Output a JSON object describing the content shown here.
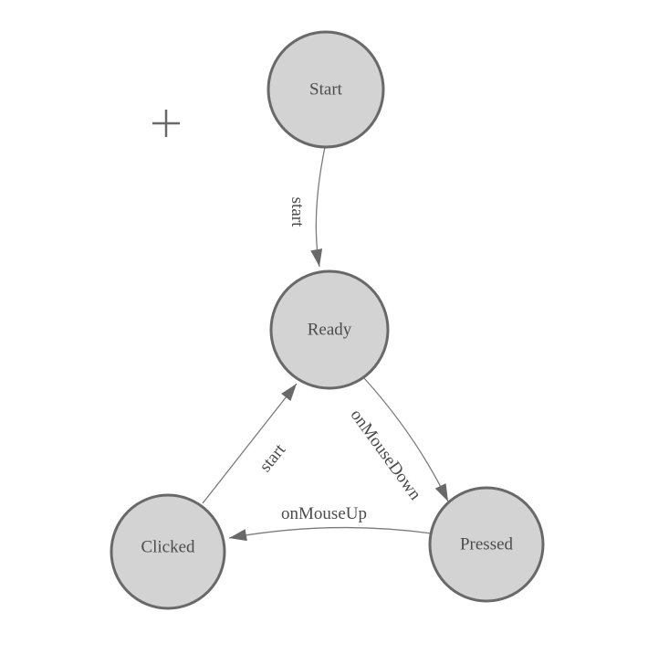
{
  "canvas": {
    "background": "#ffffff"
  },
  "icons": {
    "crosshair": "plus-crosshair-icon"
  },
  "diagram": {
    "type": "finite-state-machine",
    "nodes": [
      {
        "id": "start",
        "label": "Start"
      },
      {
        "id": "ready",
        "label": "Ready"
      },
      {
        "id": "clicked",
        "label": "Clicked"
      },
      {
        "id": "pressed",
        "label": "Pressed"
      }
    ],
    "edges": [
      {
        "from": "start",
        "to": "ready",
        "label": "start"
      },
      {
        "from": "ready",
        "to": "pressed",
        "label": "onMouseDown"
      },
      {
        "from": "pressed",
        "to": "clicked",
        "label": "onMouseUp"
      },
      {
        "from": "clicked",
        "to": "ready",
        "label": "start"
      }
    ],
    "colors": {
      "node_fill": "#d3d3d3",
      "node_stroke": "#696969",
      "edge_line": "#7b7b7b",
      "arrow_fill": "#696969",
      "label_text": "#4c4c4c",
      "crosshair": "#696969"
    }
  }
}
